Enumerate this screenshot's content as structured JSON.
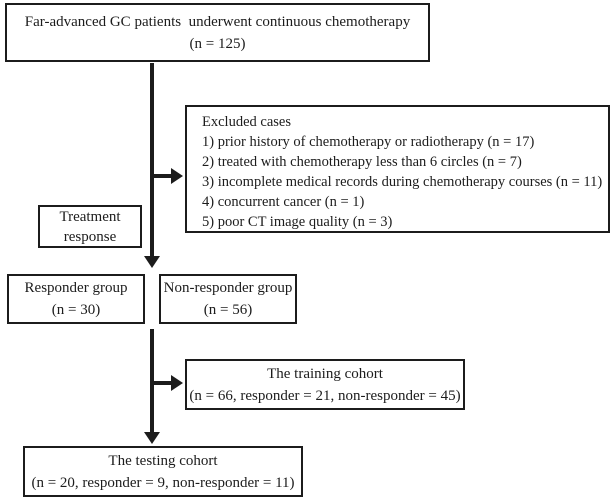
{
  "figure": {
    "background": "#ffffff",
    "line_color": "#1c1c1c",
    "text_color": "#1c1c1c"
  },
  "boxes": {
    "patients": {
      "line1": "Far-advanced GC patients  underwent continuous chemotherapy",
      "line2": "(n = 125)"
    },
    "excluded": {
      "title": "Excluded cases",
      "items": [
        "1) prior history of chemotherapy or radiotherapy (n = 17)",
        "2) treated with chemotherapy less than 6 circles (n = 7)",
        "3) incomplete medical records during chemotherapy courses (n = 11)",
        "4) concurrent cancer (n = 1)",
        "5) poor CT image quality (n = 3)"
      ]
    },
    "treatment_response": {
      "line1": "Treatment",
      "line2": "response"
    },
    "responder": {
      "line1": "Responder group",
      "line2": "(n = 30)"
    },
    "non_responder": {
      "line1": "Non-responder group",
      "line2": "(n = 56)"
    },
    "training_cohort": {
      "line1": "The training cohort",
      "line2": "(n = 66, responder = 21, non-responder = 45)"
    },
    "testing_cohort": {
      "line1": "The testing cohort",
      "line2": "(n = 20, responder = 9, non-responder = 11)"
    }
  }
}
